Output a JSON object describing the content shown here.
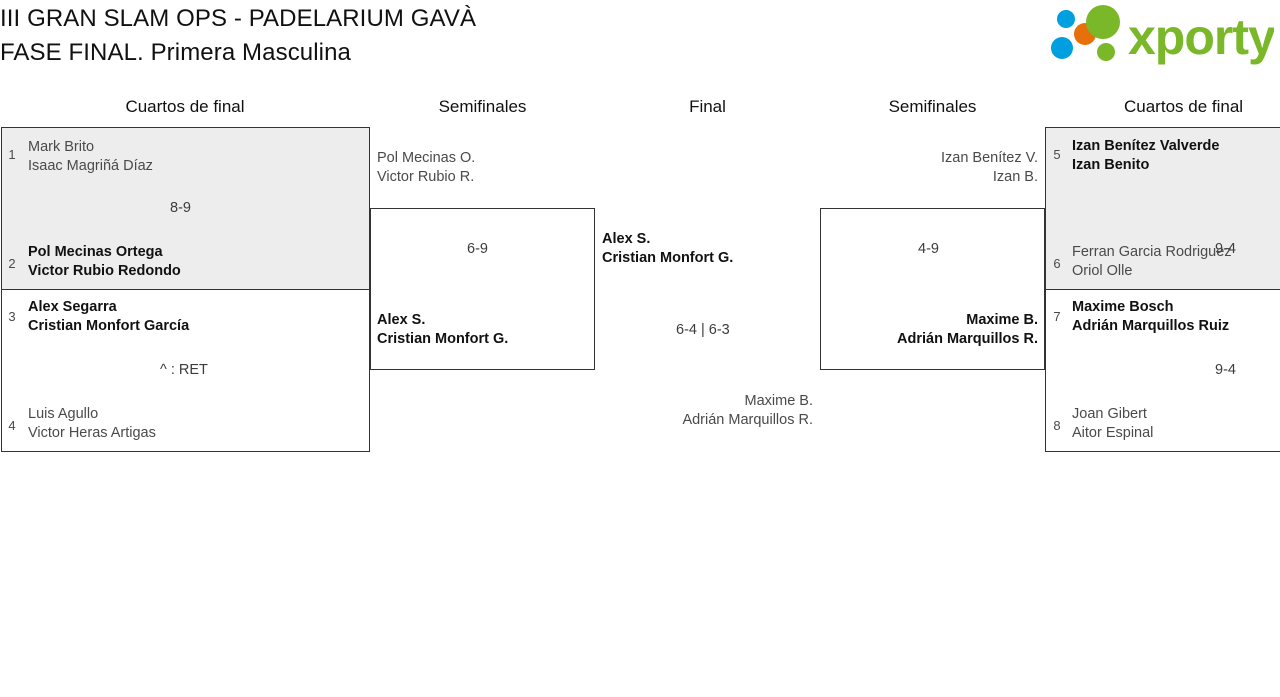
{
  "header": {
    "title_line1": "III GRAN SLAM OPS - PADELARIUM GAVÀ",
    "title_line2": "FASE FINAL. Primera Masculina",
    "logo_text": "xporty",
    "logo_colors": {
      "green": "#7ab829",
      "blue": "#00a0e0",
      "orange": "#e8700a"
    }
  },
  "rounds": [
    {
      "key": "qf-left",
      "label": "Cuartos de final"
    },
    {
      "key": "sf-left",
      "label": "Semifinales"
    },
    {
      "key": "final",
      "label": "Final"
    },
    {
      "key": "sf-right",
      "label": "Semifinales"
    },
    {
      "key": "qf-right",
      "label": "Cuartos de final"
    }
  ],
  "matches": {
    "qf1": {
      "score": "8-9",
      "top": {
        "seed": "1",
        "p1": "Mark Brito",
        "p2": "Isaac Magriñá Díaz",
        "winner": false
      },
      "bottom": {
        "seed": "2",
        "p1": "Pol Mecinas Ortega",
        "p2": "Victor Rubio Redondo",
        "winner": true
      }
    },
    "qf2": {
      "score": "^ : RET",
      "top": {
        "seed": "3",
        "p1": "Alex Segarra",
        "p2": "Cristian Monfort García",
        "winner": true
      },
      "bottom": {
        "seed": "4",
        "p1": "Luis Agullo",
        "p2": "Victor Heras Artigas",
        "winner": false
      }
    },
    "qf3": {
      "score": "9-4",
      "top": {
        "seed": "5",
        "p1": "Izan Benítez Valverde",
        "p2": "Izan Benito",
        "winner": true
      },
      "bottom": {
        "seed": "6",
        "p1": "Ferran Garcia Rodriguez",
        "p2": "Oriol Olle",
        "winner": false
      }
    },
    "qf4": {
      "score": "9-4",
      "top": {
        "seed": "7",
        "p1": "Maxime Bosch",
        "p2": "Adrián Marquillos Ruiz",
        "winner": true
      },
      "bottom": {
        "seed": "8",
        "p1": "Joan Gibert",
        "p2": "Aitor Espinal",
        "winner": false
      }
    },
    "sf1": {
      "score": "6-9",
      "top": {
        "p1": "Pol Mecinas O.",
        "p2": "Victor Rubio R.",
        "winner": false
      },
      "bottom": {
        "p1": "Alex S.",
        "p2": "Cristian Monfort G.",
        "winner": true
      }
    },
    "sf2": {
      "score": "4-9",
      "top": {
        "p1": "Izan Benítez V.",
        "p2": "Izan B.",
        "winner": false
      },
      "bottom": {
        "p1": "Maxime B.",
        "p2": "Adrián Marquillos R.",
        "winner": true
      }
    },
    "final": {
      "score": "6-4 | 6-3",
      "top": {
        "p1": "Alex S.",
        "p2": "Cristian Monfort G.",
        "winner": true
      },
      "bottom": {
        "p1": "Maxime B.",
        "p2": "Adrián Marquillos R.",
        "winner": false
      }
    }
  }
}
